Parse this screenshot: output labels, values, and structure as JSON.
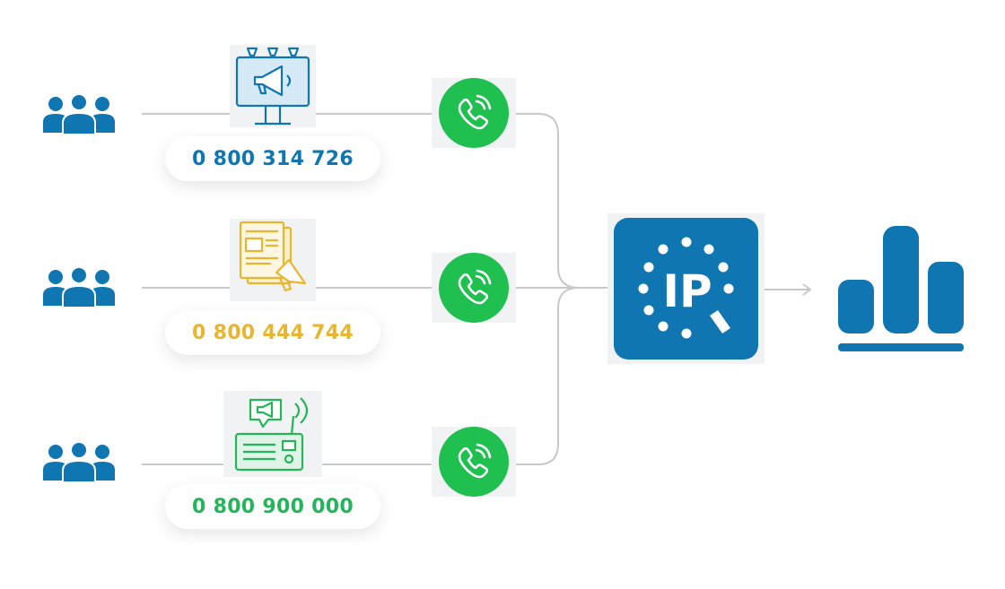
{
  "channels": [
    {
      "id": "billboard",
      "phone": "0 800 314 726",
      "color": "#0f76b2",
      "icon": "billboard-megaphone-icon"
    },
    {
      "id": "newspaper",
      "phone": "0 800 444 744",
      "color": "#e8b530",
      "icon": "newspaper-megaphone-icon"
    },
    {
      "id": "radio",
      "phone": "0 800 900 000",
      "color": "#24b45a",
      "icon": "radio-broadcast-icon"
    }
  ],
  "audience_icon": "people-group-icon",
  "call_icon": "phone-call-icon",
  "hub": {
    "label": "IP",
    "icon": "ip-tracking-logo",
    "color": "#0f76b2"
  },
  "result_icon": "bar-chart-icon",
  "colors": {
    "primary": "#0f76b2",
    "call_green": "#1fc04f",
    "line": "#c8c8c8"
  }
}
